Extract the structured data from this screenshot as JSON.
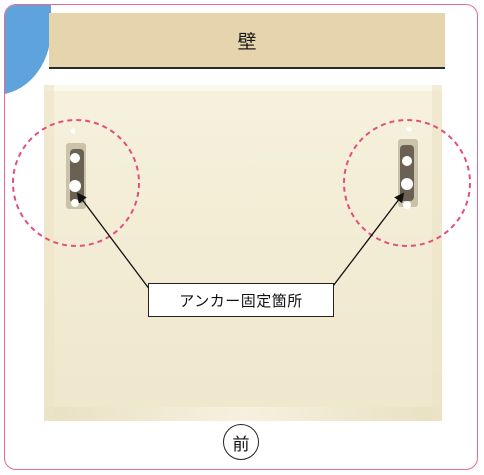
{
  "header": {
    "wall_label": "壁"
  },
  "callout": {
    "label": "アンカー固定箇所"
  },
  "footer": {
    "front_label": "前"
  },
  "colors": {
    "frame_border": "#e6699a",
    "corner_badge": "#5ea3dc",
    "wall_bar": "#e6d4ad",
    "panel": "#f3edd7",
    "dashed_circle": "#e0507f"
  }
}
